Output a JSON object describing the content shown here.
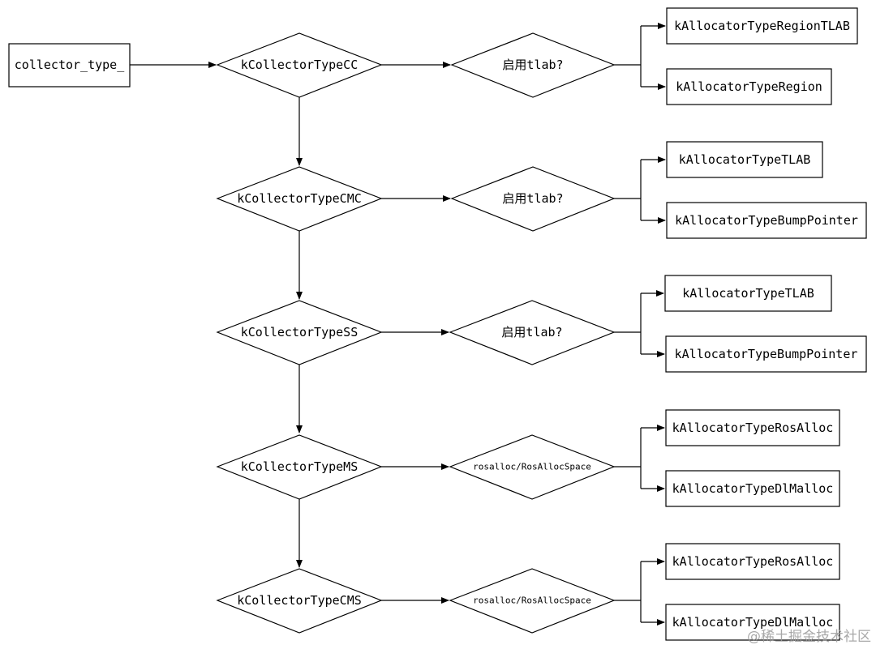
{
  "root": {
    "label": "collector_type_"
  },
  "collectors": [
    {
      "label": "kCollectorTypeCC",
      "decision": "启用tlab?",
      "yes": "kAllocatorTypeRegionTLAB",
      "no": "kAllocatorTypeRegion"
    },
    {
      "label": "kCollectorTypeCMC",
      "decision": "启用tlab?",
      "yes": "kAllocatorTypeTLAB",
      "no": "kAllocatorTypeBumpPointer"
    },
    {
      "label": "kCollectorTypeSS",
      "decision": "启用tlab?",
      "yes": "kAllocatorTypeTLAB",
      "no": "kAllocatorTypeBumpPointer"
    },
    {
      "label": "kCollectorTypeMS",
      "decision": "rosalloc/RosAllocSpace",
      "yes": "kAllocatorTypeRosAlloc",
      "no": "kAllocatorTypeDlMalloc"
    },
    {
      "label": "kCollectorTypeCMS",
      "decision": "rosalloc/RosAllocSpace",
      "yes": "kAllocatorTypeRosAlloc",
      "no": "kAllocatorTypeDlMalloc"
    }
  ],
  "watermark": {
    "text": "@稀土掘金技术社区"
  }
}
